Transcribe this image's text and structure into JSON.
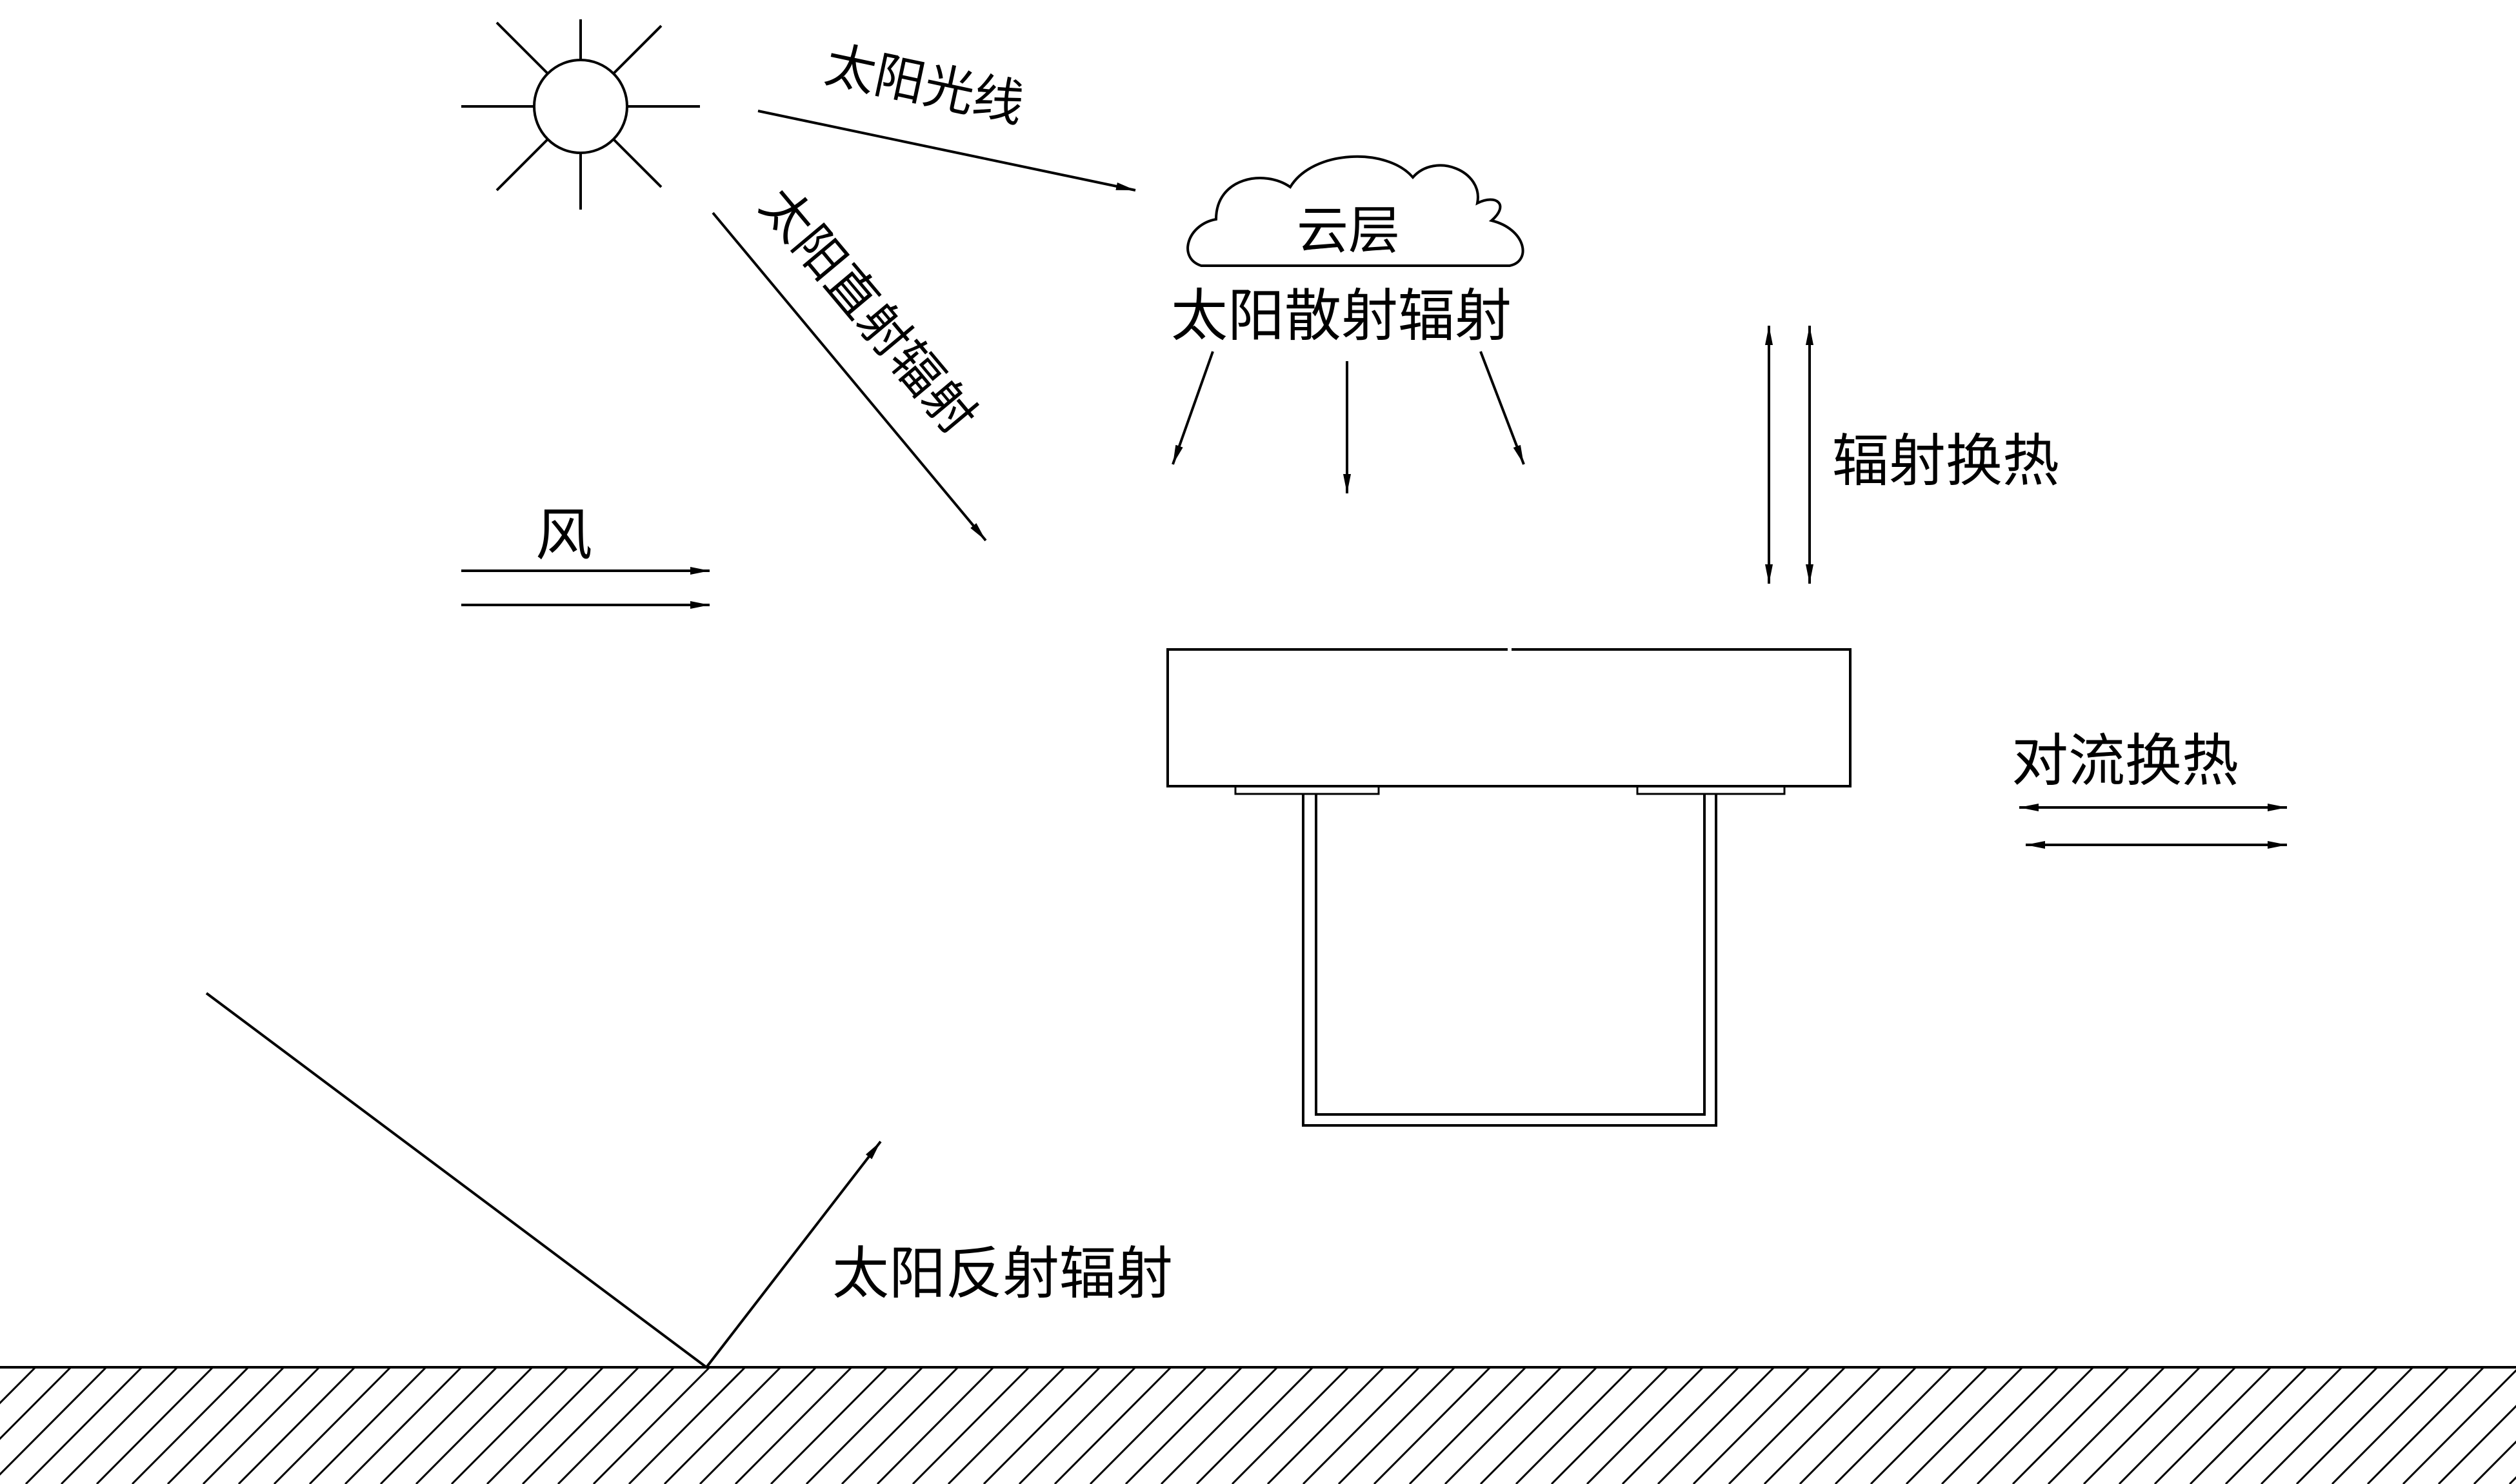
{
  "labels": {
    "sunlight": "太阳光线",
    "direct_radiation": "太阳直射辐射",
    "cloud": "云层",
    "scattered_radiation": "太阳散射辐射",
    "radiative_exchange": "辐射换热",
    "wind": "风",
    "convective_exchange": "对流换热",
    "reflected_radiation": "太阳反射辐射"
  },
  "colors": {
    "stroke": "#000000",
    "background": "#ffffff"
  }
}
